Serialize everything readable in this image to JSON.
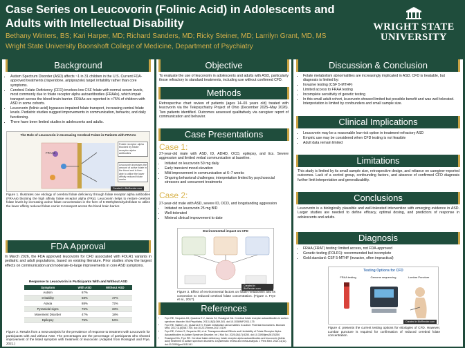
{
  "header": {
    "title": "Case Series on Leucovorin (Folinic Acid) in Adolescents and Adults with Intellectual Disability",
    "authors": "Bethany Winters, BS; Kari Harper, MD; Richard Sanders, MD; Ricky Steiner, MD; Larrilyn Grant, MD, MS",
    "affiliation": "Wright State University Boonshoft College of Medicine, Department of Psychiatry",
    "logo_line1": "WRIGHT STATE",
    "logo_line2": "UNIVERSITY"
  },
  "background": {
    "heading": "Background",
    "bullets": [
      "Autism Spectrum Disorder (ASD) affects ~1 in 31 children in the U.S. Current FDA-approved treatments (risperidone, aripiprazole) target irritability rather than core symptoms.",
      "Cerebral Folate Deficiency (CFD) involves low CSF folate with normal serum levels, most commonly due to folate receptor alpha autoantibodies (FRAAs), which impair transport across the blood brain barrier. FRAAs are reported in >75% of children with ASD in some cohorts.",
      "Leucovorin (folinic acid) bypasses impaired folate transport, increasing central folate levels. Pediatric studies suggest improvements in communication, behavior, and daily functioning.",
      "There have been limited studies in adolescents and adults."
    ],
    "figure_title": "The Role of Leucovorin in Increasing Cerebral Folate in Patients with FRAAs",
    "fig_labels": [
      "FRAAs",
      "Folate receptor alpha blocked by folate receptor alpha antibodies",
      "Leucovorin increases the amount of active folate in the blood and is then able to utilize the lower affinity reduced folate carrier"
    ],
    "fig_credit": "Created in BioRender.com",
    "caption": "Figure 1. Illustrates one etiology of cerebral folate deficiency through folate receptor alpha antibodies (FRAAs) blocking the high affinity folate receptor alpha (FRα). Leucovorin helps to restore cerebral folate levels by increasing active folate concentration in the form of 5-Methyltetrahydrofolate to utilize the lower affinity reduced folate carrier to transport across the blood brain barrier."
  },
  "fda": {
    "heading": "FDA Approval",
    "text": "In March 2026, the FDA approved leucovorin for CFD associated with FOLR1 variants in pediatric and adult populations, based on existing literature. Prior studies show the largest effects on communication and moderate-to-large improvements in core ASD symptoms.",
    "table_title": "Response to Leucovorin in Participants With and Without ASD",
    "columns": [
      "Symptom",
      "With ASD",
      "Without ASD"
    ],
    "rows": [
      [
        "Autism",
        "67%",
        ""
      ],
      [
        "Irritability",
        "58%",
        "47%"
      ],
      [
        "Ataxia",
        "88%",
        "72%"
      ],
      [
        "Pyramidal signs",
        "76%",
        "33%"
      ],
      [
        "Movement Disorder",
        "47%",
        "18%"
      ],
      [
        "Epilepsy",
        "75%",
        "54%"
      ]
    ],
    "caption": "Figure 2. Results from a meta-analysis for the prevalence of response to treatment with Leucovorin for participants with and without ASD. The percentages are the percentage of participants who showed improvement of the listed symptom with treatment of leucovorin (Adapted from Rossignol and Frye, 2021.)"
  },
  "objective": {
    "heading": "Objective",
    "text": "To evaluate the use of leucovorin in adolescents and adults with ASD, particularly those refractory to standard treatments, including use without confirmed CFD."
  },
  "methods": {
    "heading": "Methods",
    "text": "Retrospective chart review of patients (ages 14–65 years old) treated with leucovorin via the Telepsychiatry Project of Ohio (December 2025–May 2026). Two patients identified. Outcomes assessed qualitatively via caregiver report of communication and behavior."
  },
  "cases": {
    "heading": "Case Presentations",
    "case1_title": "Case 1:",
    "case1_text": "27-year-old male with ASD, ID, ADHD, OCD, epilepsy, and tics. Severe aggression and limited verbal communication at baseline.",
    "case1_bullets": [
      "Initiated on leucovorin 50 mg daily",
      "Early transient mood elevation",
      "Mild improvement in communication at 6–7 weeks",
      "Ongoing behavioral challenges; interpretation limited by psychosocial stressors and concurrent treatments"
    ],
    "case2_title": "Case 2:",
    "case2_text": "27-year-old male with ASD, severe ID, OCD, and longstanding aggression",
    "case2_bullets": [
      "Initiated on leucovorin 25 mg BID",
      "Well-tolerated",
      "Minimal clinical improvement to date"
    ],
    "fig_title": "Environmental impact on CFD",
    "fig_credit": "Created in BioRender.com",
    "caption": "Figure 3. Effect of environmental factors on folate metabolism and its connection to reduced cerebral folate concentration. (Figure 4. Frye et al., 2017)."
  },
  "references": {
    "heading": "References",
    "items": [
      "Frye RE, Sequeira JM, Quadros E V, James SJ, Rossignol DA. Cerebral folate receptor autoantibodies in autism spectrum disorder. Mol Psychiatry. 2013;18(3):369-381. doi:10.1038/MP.2011.175",
      "Frye RE, Slattery JC, Quadros E V. Folate metabolism abnormalities in autism: Potential biomarkers. Biomark Med. 2017;11(8):687-700. doi:10.2217/bmm-2017-0109",
      "Frye RE, Cofren S, Sequeira JM, et al. Transgenerational Effects and Heritability of Folate Receptor Alpha Autoantibodies in Autism Spectrum Disorder. Int J Mol Sci. 2025;26(17):8250. doi:10.3390/ijms26178250",
      "Rossignol DA, Frye RE. Cerebral folate deficiency, folate receptor alpha autoantibodies and leucovorin (folinic acid) treatment in autism spectrum disorders: A systematic review and meta-analysis. J Pers Med. 2021;11(11). doi:10.3390/jpm11111141"
    ]
  },
  "discussion": {
    "heading": "Discussion & Conclusion",
    "bullets": [
      "Folate metabolism abnormalities are increasingly implicated in ASD. CFD is treatable, but diagnosis is limited by:",
      "Invasive testing (CSF 5-MTHF)",
      "Limited access to FRAA testing",
      "Incomplete sensitivity of genetic testing",
      "In this small adult cohort, leucovorin showed limited but possible benefit and was well tolerated. Interpretation is limited by confounders and small sample size."
    ]
  },
  "implications": {
    "heading": "Clinical Implications",
    "bullets": [
      "Leucovorin may be a reasonable low-risk option in treatment-refractory ASD",
      "Empiric use may be considered when CFD testing is not feasible",
      "Adult data remain limited"
    ]
  },
  "limitations": {
    "heading": "Limitations",
    "text": "This study is limited by its small sample size, retrospective design, and reliance on caregiver-reported outcomes. Lack of a control group, confounding factors, and absence of confirmed CFD diagnosis further limit interpretation and generalizability."
  },
  "conclusions": {
    "heading": "Conclusions",
    "text": "Leucovorin is a biologically plausible and well-tolerated intervention with emerging evidence in ASD. Larger studies are needed to define efficacy, optimal dosing, and predictors of response in adolescents and adults."
  },
  "diagnosis": {
    "heading": "Diagnosis",
    "bullets": [
      "FRAA (FRAT) testing: limited access, not FDA-approved",
      "Genetic testing (FOLR1): recommended but incomplete",
      "Gold standard: CSF 5-MTHF (invasive, often impractical)"
    ],
    "fig_title": "Testing Options for CFD",
    "panels": [
      "FRAA testing",
      "Genome sequencing",
      "Lumbar Puncture"
    ],
    "fig_credit": "Created in BioRender.com",
    "caption": "Figure 4: presents the current testing options for etiologies of CFD. However, Lumbar puncture is required for confirmation of reduced cerebral folate concentration."
  }
}
